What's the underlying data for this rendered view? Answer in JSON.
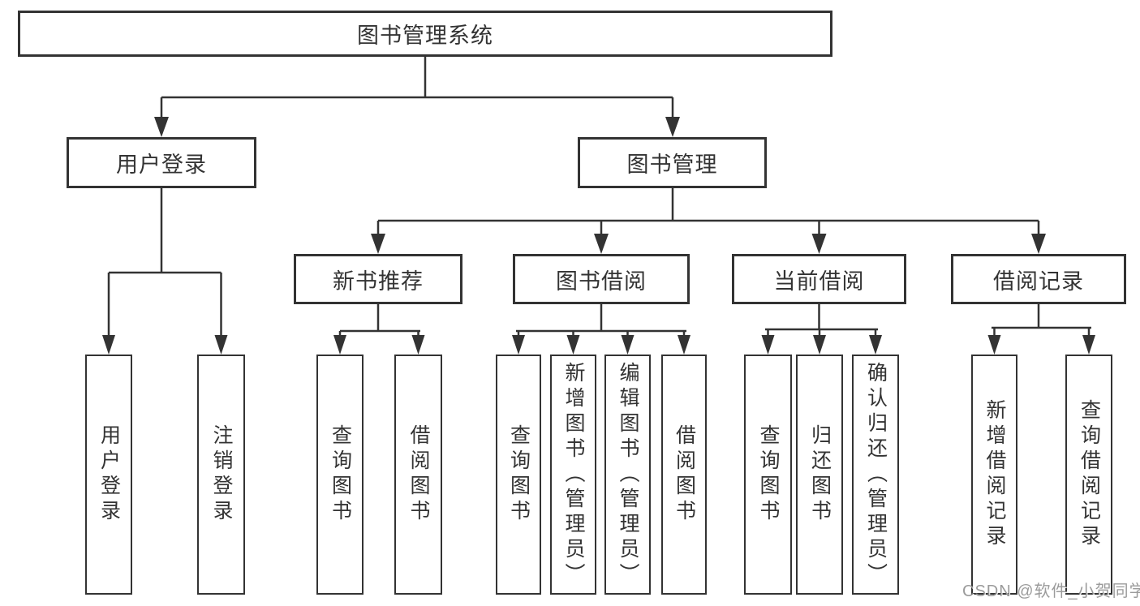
{
  "tree": {
    "label": "图书管理系统",
    "children": [
      {
        "label": "用户登录",
        "children": [
          {
            "label": "用户登录"
          },
          {
            "label": "注销登录"
          }
        ]
      },
      {
        "label": "图书管理",
        "children": [
          {
            "label": "新书推荐",
            "children": [
              {
                "label": "查询图书"
              },
              {
                "label": "借阅图书"
              }
            ]
          },
          {
            "label": "图书借阅",
            "children": [
              {
                "label": "查询图书"
              },
              {
                "label": "新增图书（管理员）"
              },
              {
                "label": "编辑图书（管理员）"
              },
              {
                "label": "借阅图书"
              }
            ]
          },
          {
            "label": "当前借阅",
            "children": [
              {
                "label": "查询图书"
              },
              {
                "label": "归还图书"
              },
              {
                "label": "确认归还（管理员）"
              }
            ]
          },
          {
            "label": "借阅记录",
            "children": [
              {
                "label": "新增借阅记录"
              },
              {
                "label": "查询借阅记录"
              }
            ]
          }
        ]
      }
    ]
  },
  "watermark": {
    "text": "CSDN @软件_小贺同学"
  },
  "colors": {
    "line": "#333333",
    "box_border": "#333333",
    "text": "#333333",
    "background": "#ffffff",
    "watermark": "#828282"
  }
}
